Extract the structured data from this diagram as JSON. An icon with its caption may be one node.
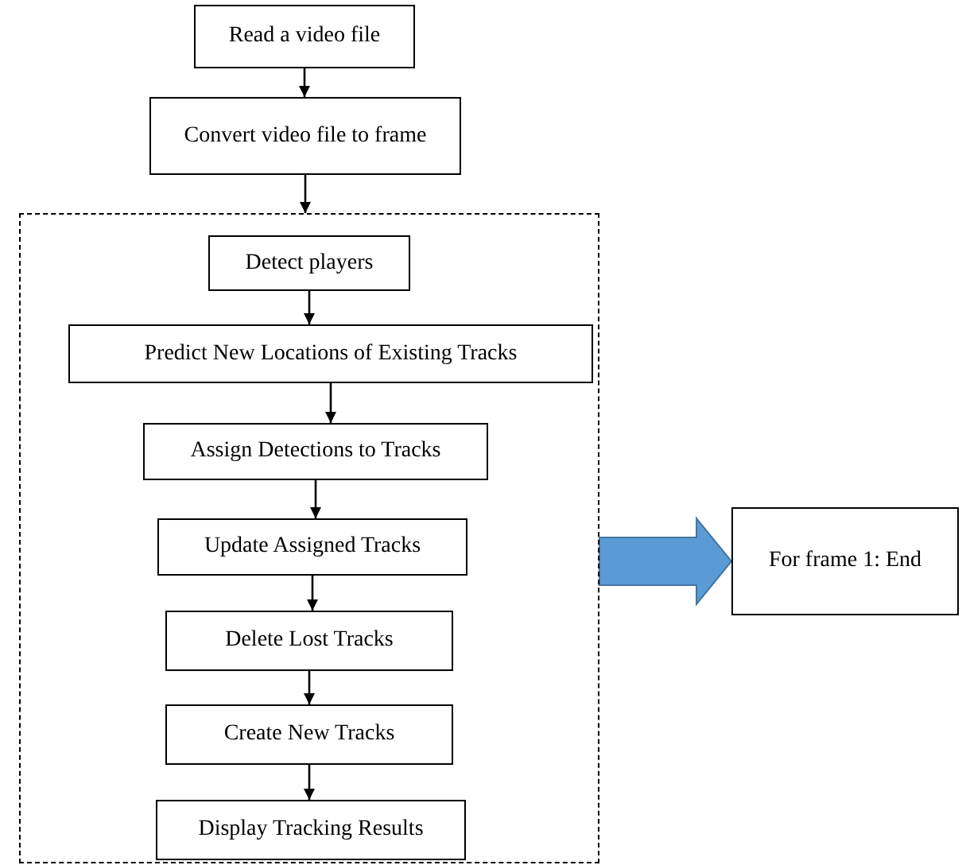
{
  "diagram": {
    "nodes": [
      {
        "text": [
          "Read a video file"
        ]
      },
      {
        "text": [
          "Convert video file to frame"
        ]
      },
      {
        "text": [],
        "shape": "box"
      },
      {
        "text": [
          "Detect players"
        ],
        "in": 2
      },
      {
        "text": [
          "Predict New Locations of Existing Tracks"
        ],
        "in": 2
      },
      {
        "text": [
          "Assign Detections to Tracks"
        ],
        "in": 2
      },
      {
        "text": [
          "Update Assigned Tracks"
        ],
        "in": 2
      },
      {
        "text": [
          "Delete Lost Tracks"
        ],
        "in": 2
      },
      {
        "text": [
          "Create New Tracks"
        ],
        "in": 2
      },
      {
        "text": [
          "Display Tracking Results"
        ],
        "in": 2
      },
      {
        "text": [
          "For frame 1: End"
        ]
      }
    ],
    "edges": [
      {
        "from": 0,
        "to": 1,
        "arrow": "to"
      },
      {
        "from": 1,
        "to": 2,
        "arrow": "to"
      },
      {
        "from": 3,
        "to": 4,
        "arrow": "to"
      },
      {
        "from": 4,
        "to": 5,
        "arrow": "to"
      },
      {
        "from": 5,
        "to": 6,
        "arrow": "to"
      },
      {
        "from": 6,
        "to": 7,
        "arrow": "to"
      },
      {
        "from": 7,
        "to": 8,
        "arrow": "to"
      },
      {
        "from": 8,
        "to": 9,
        "arrow": "to"
      },
      {
        "from": 2,
        "to": 10,
        "arrow": "to",
        "style": "thick",
        "color": "#5b9bd5"
      }
    ]
  }
}
